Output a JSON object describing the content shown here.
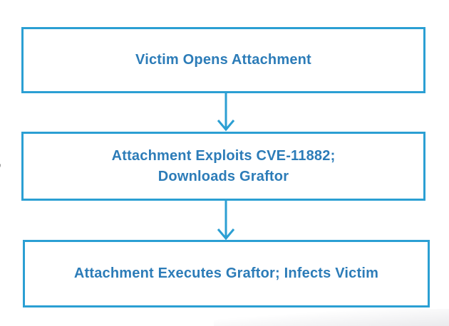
{
  "artifacts": {
    "left_edge_text": ","
  },
  "flowchart": {
    "colors": {
      "box_border": "#2b9fd3",
      "label_text": "#2c7cb8",
      "background": "#ffffff",
      "corner_shade": "#e9e9ec"
    },
    "nodes": [
      {
        "id": "step-1",
        "lines": [
          "Victim Opens Attachment"
        ]
      },
      {
        "id": "step-2",
        "lines": [
          "Attachment Exploits CVE-11882;",
          "Downloads Graftor"
        ]
      },
      {
        "id": "step-3",
        "lines": [
          "Attachment Executes Graftor; Infects Victim"
        ]
      }
    ],
    "connectors": [
      {
        "from": "step-1",
        "to": "step-2",
        "icon": "down-arrow-icon"
      },
      {
        "from": "step-2",
        "to": "step-3",
        "icon": "down-arrow-icon"
      }
    ]
  }
}
